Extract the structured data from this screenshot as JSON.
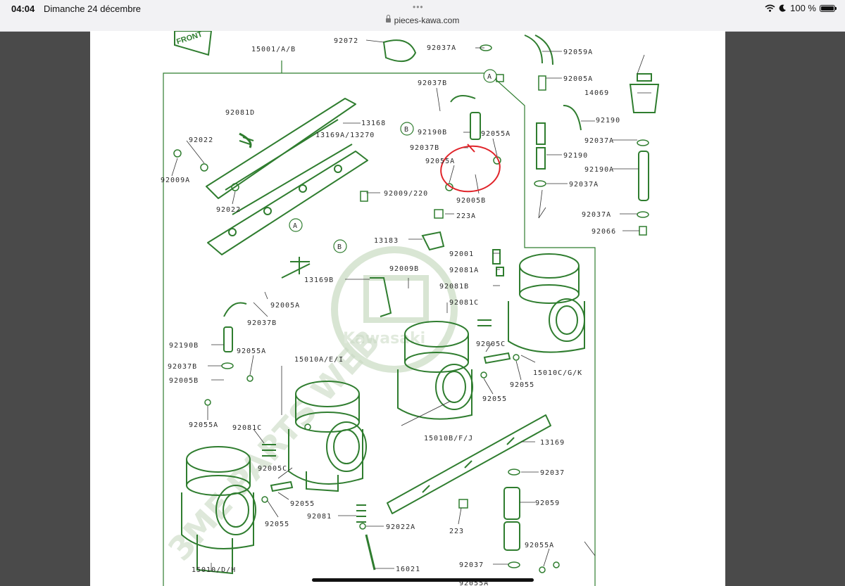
{
  "status_bar": {
    "time": "04:04",
    "date": "Dimanche 24 décembre",
    "url": "pieces-kawa.com",
    "battery": "100 %"
  },
  "diagram": {
    "front_label": "FRONT",
    "watermark_text": "3ME PARTS WEB",
    "watermark_logo": "Kawasaki",
    "part_labels": {
      "p15001": "15001/A/B",
      "p92072": "92072",
      "p92037A_1": "92037A",
      "p92059A": "92059A",
      "p92005A_1": "92005A",
      "p14069": "14069",
      "p92037B_1": "92037B",
      "p92081D": "92081D",
      "p13168": "13168",
      "p13169A": "13169A/13270",
      "p92190B_1": "92190B",
      "p92055A_1": "92055A",
      "p92190": "92190",
      "p92037B_2": "92037B",
      "p92055A_2": "92055A",
      "p92037A_2": "92037A",
      "p92190_2": "92190",
      "p92022_1": "92022",
      "p92009A": "92009A",
      "p92190A": "92190A",
      "p92005B_1": "92005B",
      "p92037A_3": "92037A",
      "p92009_220": "92009/220",
      "p92022_2": "92022",
      "p223A": "223A",
      "p92037A_4": "92037A",
      "p92066": "92066",
      "p13183": "13183",
      "p92001": "92001",
      "p92009B": "92009B",
      "p92081A": "92081A",
      "p13169B": "13169B",
      "p92081B": "92081B",
      "p92005A_2": "92005A",
      "p92081C_1": "92081C",
      "p92037B_3": "92037B",
      "p92190B_2": "92190B",
      "p92005C_1": "92005C",
      "p92055A_3": "92055A",
      "p15010C": "15010C/G/K",
      "p92037B_4": "92037B",
      "p15010A": "15010A/E/I",
      "p92055_1": "92055",
      "p92005B_2": "92005B",
      "p92055_2": "92055",
      "p92055A_4": "92055A",
      "p92081C_2": "92081C",
      "p15010B": "15010B/F/J",
      "p13169": "13169",
      "p92005C_2": "92005C",
      "p92037": "92037",
      "p92055_3": "92055",
      "p92059": "92059",
      "p92081": "92081",
      "p92055_4": "92055",
      "p92022A": "92022A",
      "p223": "223",
      "p92055A_5": "92055A",
      "p15010": "15010/D/H",
      "p16021": "16021",
      "p92037_2": "92037",
      "p92055A_6": "92055A",
      "callout_A1": "A",
      "callout_A2": "A",
      "callout_B1": "B",
      "callout_B2": "B"
    },
    "highlight_color": "#e0242a",
    "line_color": "#2f7d2f"
  }
}
